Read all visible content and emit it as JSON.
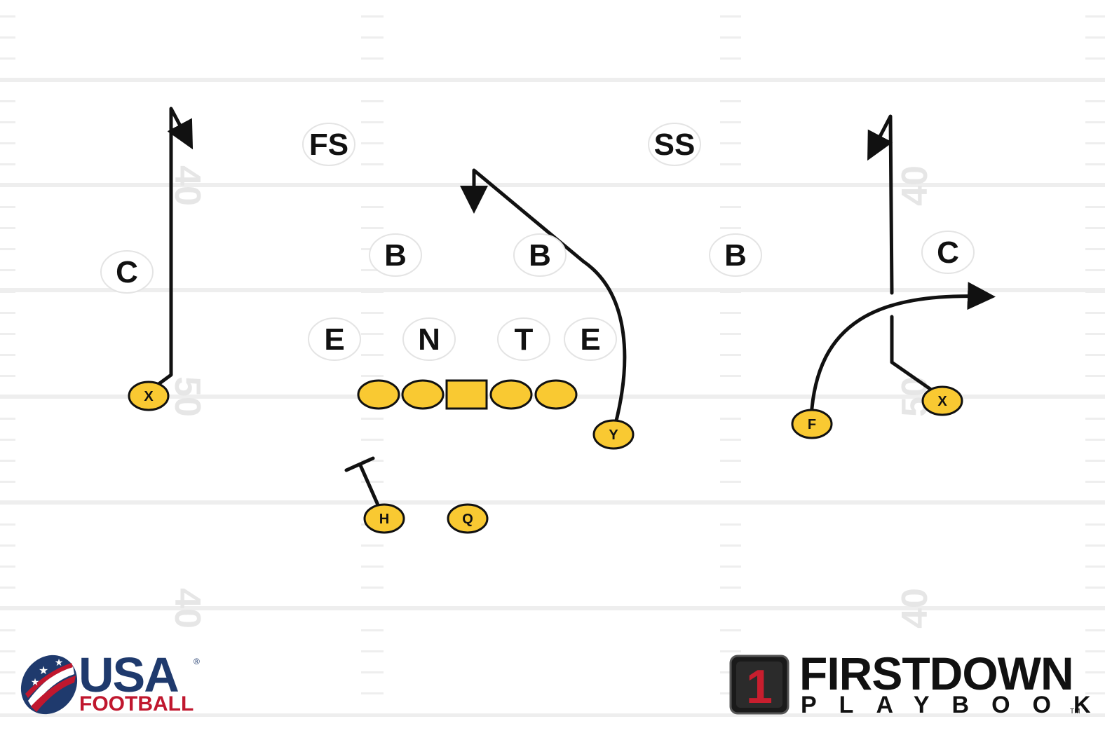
{
  "field": {
    "yard_numbers": [
      "40",
      "50",
      "40",
      "40",
      "50",
      "40"
    ]
  },
  "defense": [
    {
      "id": "fs",
      "label": "FS"
    },
    {
      "id": "ss",
      "label": "SS"
    },
    {
      "id": "c-left",
      "label": "C"
    },
    {
      "id": "c-right",
      "label": "C"
    },
    {
      "id": "b-1",
      "label": "B"
    },
    {
      "id": "b-2",
      "label": "B"
    },
    {
      "id": "b-3",
      "label": "B"
    },
    {
      "id": "e-left",
      "label": "E"
    },
    {
      "id": "n",
      "label": "N"
    },
    {
      "id": "t",
      "label": "T"
    },
    {
      "id": "e-right",
      "label": "E"
    }
  ],
  "offense": [
    {
      "id": "x-left",
      "label": "X"
    },
    {
      "id": "y",
      "label": "Y"
    },
    {
      "id": "h",
      "label": "H"
    },
    {
      "id": "q",
      "label": "Q"
    },
    {
      "id": "f",
      "label": "F"
    },
    {
      "id": "x-right",
      "label": "X"
    }
  ],
  "colors": {
    "player_fill": "#f9c932",
    "route": "#111111",
    "defender_fill": "#ffffff",
    "field_line": "#eeeeee"
  },
  "logos": {
    "usa": {
      "line1": "USA",
      "line2": "FOOTBALL",
      "mark": "®"
    },
    "firstdown": {
      "badge": "1",
      "line1": "FIRSTDOWN",
      "line2": "PLAYBOOK",
      "mark": "TM"
    }
  }
}
